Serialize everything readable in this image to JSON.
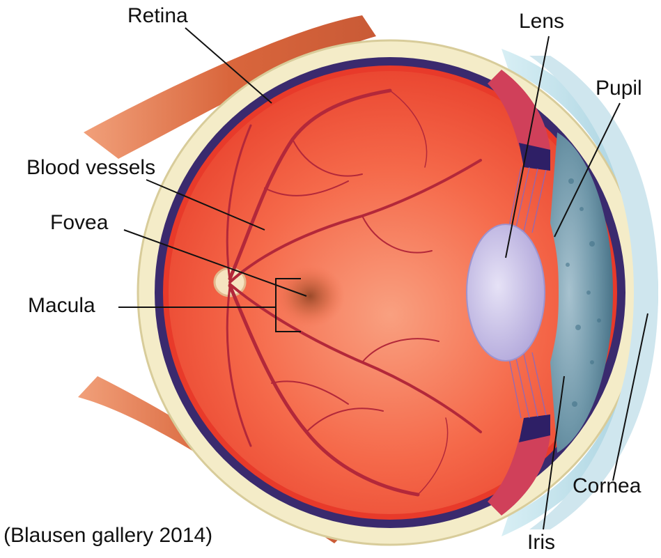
{
  "labels": {
    "retina": "Retina",
    "lens": "Lens",
    "pupil": "Pupil",
    "blood_vessels": "Blood vessels",
    "fovea": "Fovea",
    "macula": "Macula",
    "cornea": "Cornea",
    "iris": "Iris"
  },
  "credit": "(Blausen gallery 2014)",
  "colors": {
    "vitreous": "#f2563f",
    "choroid": "#3a2a6e",
    "sclera": "#f4ecc8",
    "muscle": "#d9744a",
    "lens": "#c9c2e8",
    "iris": "#5d8fa8",
    "cornea": "#bfe0ea",
    "vessel": "#b3283a"
  }
}
